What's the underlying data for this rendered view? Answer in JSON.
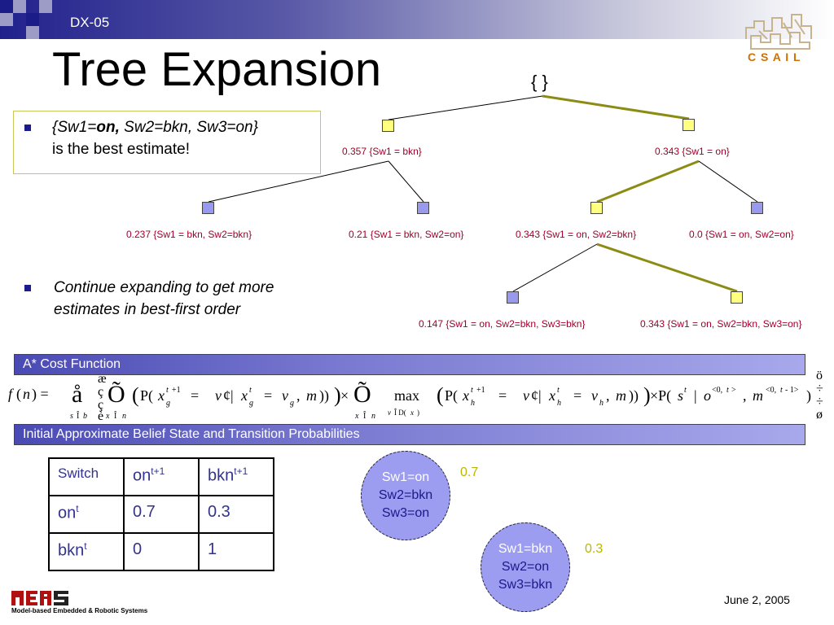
{
  "header": {
    "code": "DX-05",
    "title": "Tree Expansion",
    "logo_text": "C S A I L"
  },
  "bullets": {
    "b1_prefix": "{Sw1=",
    "b1_bold": "on,",
    "b1_rest": " Sw2=bkn, Sw3=on}",
    "b1_line2": "is the best estimate!",
    "b2_line1": "Continue expanding to get more",
    "b2_line2": "estimates in best-first order"
  },
  "tree": {
    "root": "{ }",
    "l1_left": "0.357 {Sw1 = bkn}",
    "l1_right": "0.343 {Sw1 = on}",
    "l2_a": "0.237 {Sw1 = bkn, Sw2=bkn}",
    "l2_b": "0.21 {Sw1 = bkn, Sw2=on}",
    "l2_c": "0.343 {Sw1 = on, Sw2=bkn}",
    "l2_d": "0.0 {Sw1 = on, Sw2=on}",
    "l3_a": "0.147 {Sw1 = on, Sw2=bkn, Sw3=bkn}",
    "l3_b": "0.343 {Sw1 = on, Sw2=bkn, Sw3=on}"
  },
  "bands": {
    "cost": "A* Cost Function",
    "init": "Initial Approximate Belief State and Transition Probabilities"
  },
  "table": {
    "header": [
      "Switch",
      "on",
      "bkn"
    ],
    "header_sup": [
      "",
      "t+1",
      "t+1"
    ],
    "rows": [
      {
        "label": "on",
        "sup": "t",
        "vals": [
          "0.7",
          "0.3"
        ]
      },
      {
        "label": "bkn",
        "sup": "t",
        "vals": [
          "0",
          "1"
        ]
      }
    ]
  },
  "states": {
    "s1": {
      "l1": "Sw1=on",
      "l2": "Sw2=bkn",
      "l3": "Sw3=on",
      "p": "0.7"
    },
    "s2": {
      "l1": "Sw1=bkn",
      "l2": "Sw2=on",
      "l3": "Sw3=bkn",
      "p": "0.3"
    }
  },
  "footer": {
    "date": "June 2, 2005",
    "logo_text": "Model-based Embedded & Robotic Systems"
  },
  "colors": {
    "band": "#6a6ac8",
    "label": "#a0002a",
    "best_path": "#8c8c14"
  }
}
